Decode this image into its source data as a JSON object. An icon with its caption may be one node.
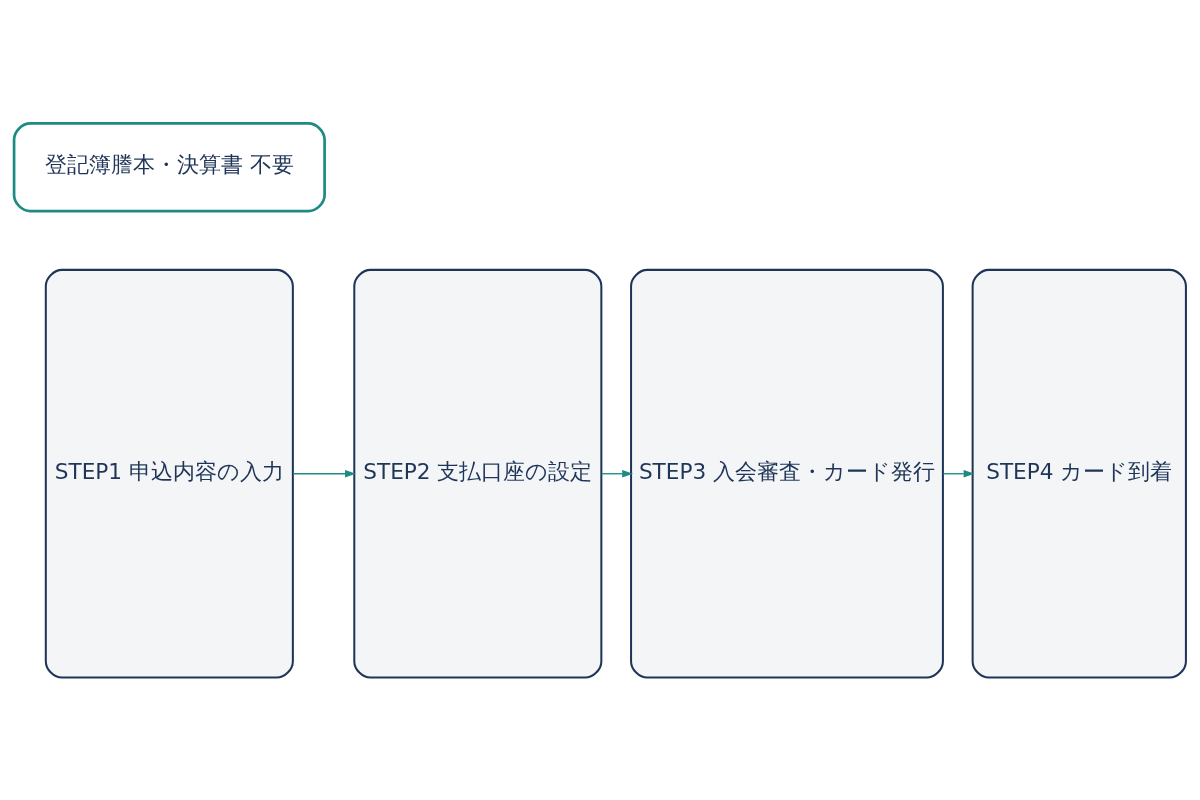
{
  "diagram": {
    "nodes": [
      {
        "text": [
          "STEP1 申込内容の入力"
        ]
      },
      {
        "text": [
          "STEP2 支払口座の設定"
        ]
      },
      {
        "text": [
          "STEP3 入会審査・カード発行"
        ]
      },
      {
        "text": [
          "STEP4 カード到着"
        ]
      },
      {
        "text": [
          "登記簿謄本・決算書 不要"
        ]
      }
    ],
    "edges": [
      {
        "from": 0,
        "to": 1,
        "arrow": "to"
      },
      {
        "from": 1,
        "to": 2,
        "arrow": "to"
      },
      {
        "from": 2,
        "to": 3,
        "arrow": "to"
      }
    ]
  }
}
